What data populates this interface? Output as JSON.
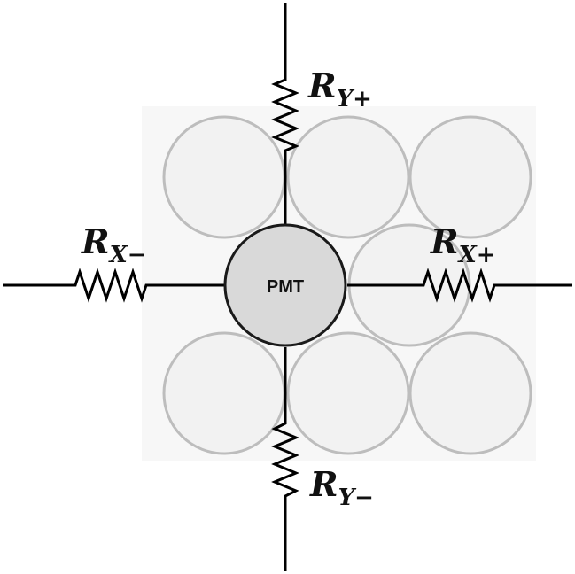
{
  "pmt": {
    "label": "PMT"
  },
  "resistors": {
    "y_plus": {
      "symbol": "R",
      "subscript": "Y+"
    },
    "y_minus": {
      "symbol": "R",
      "subscript": "Y−"
    },
    "x_minus": {
      "symbol": "R",
      "subscript": "X−"
    },
    "x_plus": {
      "symbol": "R",
      "subscript": "X+"
    }
  },
  "colors": {
    "background_circle_fill": "#f2f2f2",
    "background_circle_stroke": "#bdbdbd",
    "pmt_fill": "#d9d9d9",
    "wire": "#000000"
  }
}
